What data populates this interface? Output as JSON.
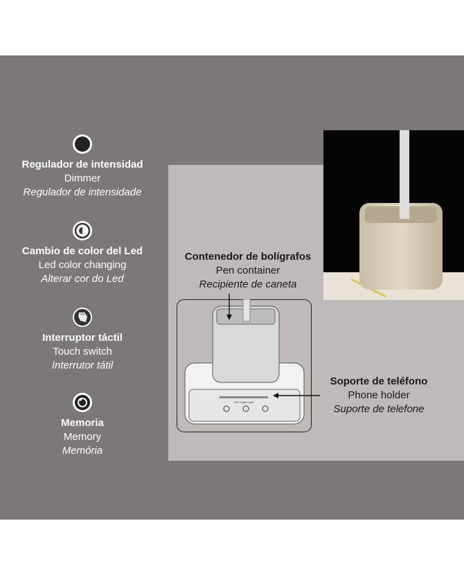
{
  "features": [
    {
      "icon": "dimmer-icon",
      "es": "Regulador de intensidad",
      "en": "Dimmer",
      "pt": "Regulador de intensidade"
    },
    {
      "icon": "color-change-icon",
      "es": "Cambio de color del Led",
      "en": "Led color changing",
      "pt": "Alterar cor do Led"
    },
    {
      "icon": "touch-switch-icon",
      "es": "Interruptor táctil",
      "en": "Touch switch",
      "pt": "Interrutor tátil"
    },
    {
      "icon": "memory-icon",
      "es": "Memoria",
      "en": "Memory",
      "pt": "Memória"
    }
  ],
  "callouts": {
    "pen": {
      "es": "Contenedor de bolígrafos",
      "en": "Pen container",
      "pt": "Recipiente de caneta"
    },
    "phone": {
      "es": "Soporte de teléfono",
      "en": "Phone holder",
      "pt": "Suporte de telefone"
    }
  },
  "device_label": "LED Night Light",
  "colors": {
    "background": "#7b7877",
    "inner_panel": "#bdbab9",
    "photo_bg": "#050505",
    "product": "#d8cdb8"
  }
}
